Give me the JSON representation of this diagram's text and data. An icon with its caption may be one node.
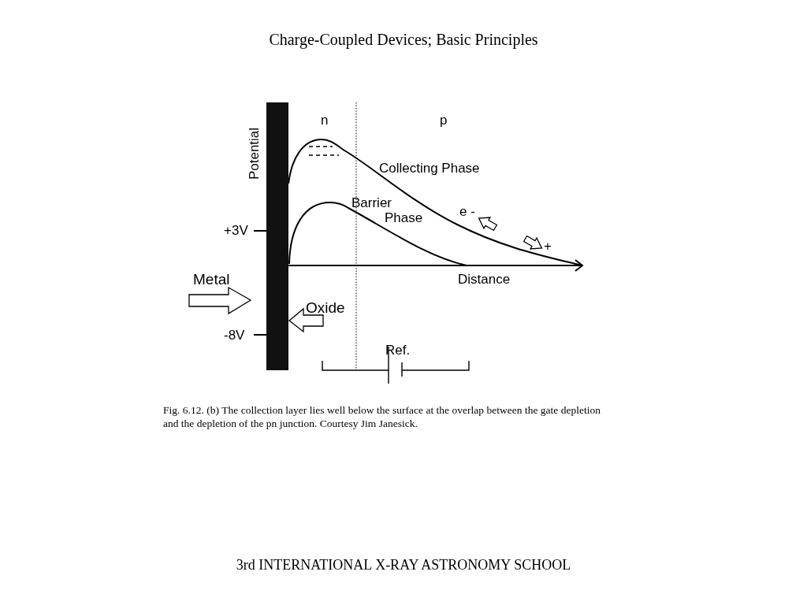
{
  "diagram": {
    "title": "Charge-Coupled Devices; Basic Principles",
    "caption": "Fig. 6.12. (b) The collection layer lies well below the surface at the overlap between the gate depletion and the depletion of the pn junction. Courtesy Jim Janesick.",
    "nodes": [
      {
        "text": [],
        "shape": "bar"
      },
      {
        "text": [
          "Metal"
        ]
      },
      {
        "text": [
          "Oxide"
        ]
      }
    ],
    "edges": [
      {
        "from": 1,
        "to": 0,
        "arrow": "to"
      },
      {
        "from": 2,
        "to": 0,
        "arrow": "to"
      }
    ],
    "labels": [
      "n",
      "p",
      "Potential",
      "Collecting Phase",
      "Barrier Phase",
      "e -",
      "+3V",
      "+",
      "Distance",
      "-8V",
      "Ref.",
      "3rd INTERNATIONAL X-RAY ASTRONOMY SCHOOL"
    ]
  }
}
